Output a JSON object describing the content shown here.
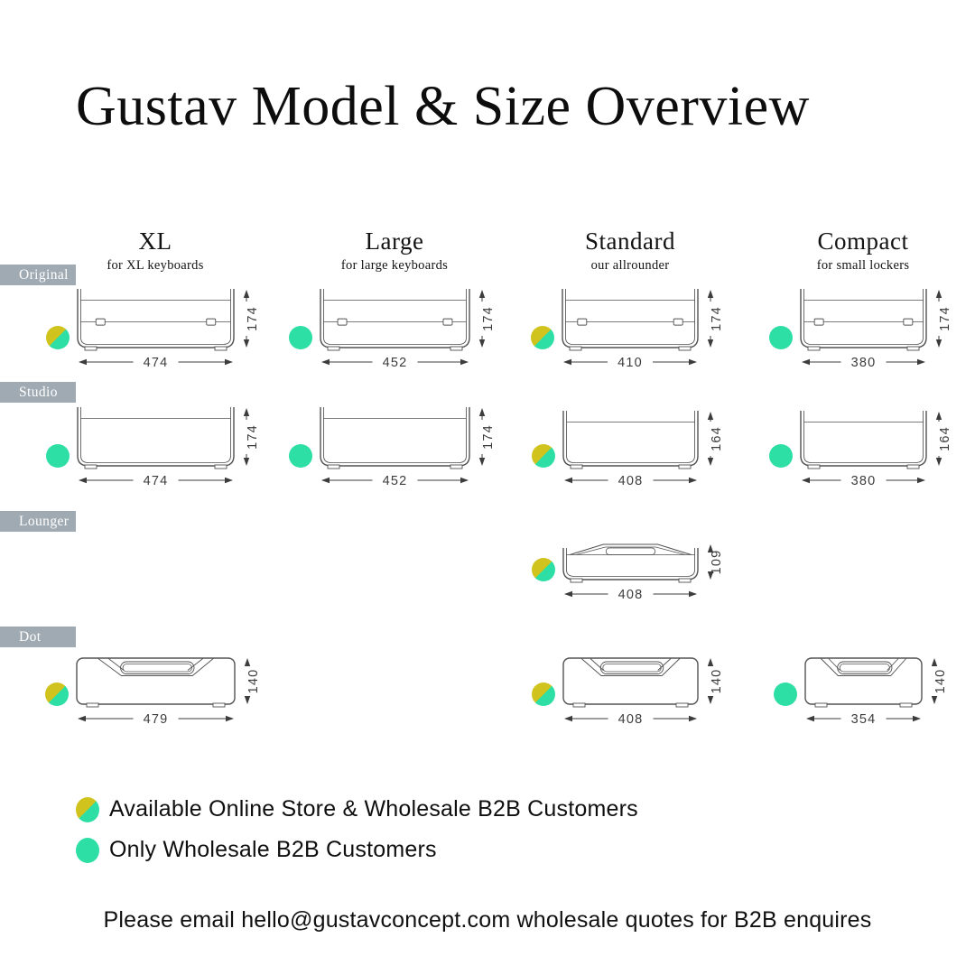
{
  "title": "Gustav Model & Size Overview",
  "columns": [
    {
      "id": "xl",
      "label": "XL",
      "subtitle": "for XL keyboards"
    },
    {
      "id": "large",
      "label": "Large",
      "subtitle": "for large keyboards"
    },
    {
      "id": "standard",
      "label": "Standard",
      "subtitle": "our allrounder"
    },
    {
      "id": "compact",
      "label": "Compact",
      "subtitle": "for small lockers"
    }
  ],
  "rows": [
    {
      "id": "original",
      "label": "Original"
    },
    {
      "id": "studio",
      "label": "Studio"
    },
    {
      "id": "lounger",
      "label": "Lounger"
    },
    {
      "id": "dot",
      "label": "Dot"
    }
  ],
  "cells": [
    {
      "row": "original",
      "col": "xl",
      "shape": "original",
      "width_mm": 474,
      "height_mm": 174,
      "availability": "both"
    },
    {
      "row": "original",
      "col": "large",
      "shape": "original",
      "width_mm": 452,
      "height_mm": 174,
      "availability": "b2b"
    },
    {
      "row": "original",
      "col": "standard",
      "shape": "original",
      "width_mm": 410,
      "height_mm": 174,
      "availability": "both"
    },
    {
      "row": "original",
      "col": "compact",
      "shape": "original",
      "width_mm": 380,
      "height_mm": 174,
      "availability": "b2b"
    },
    {
      "row": "studio",
      "col": "xl",
      "shape": "studio",
      "width_mm": 474,
      "height_mm": 174,
      "availability": "b2b"
    },
    {
      "row": "studio",
      "col": "large",
      "shape": "studio",
      "width_mm": 452,
      "height_mm": 174,
      "availability": "b2b"
    },
    {
      "row": "studio",
      "col": "standard",
      "shape": "studio",
      "width_mm": 408,
      "height_mm": 164,
      "availability": "both"
    },
    {
      "row": "studio",
      "col": "compact",
      "shape": "studio",
      "width_mm": 380,
      "height_mm": 164,
      "availability": "b2b"
    },
    {
      "row": "lounger",
      "col": "standard",
      "shape": "lounger",
      "width_mm": 408,
      "height_mm": 109,
      "availability": "both"
    },
    {
      "row": "dot",
      "col": "xl",
      "shape": "dot",
      "width_mm": 479,
      "height_mm": 140,
      "availability": "both"
    },
    {
      "row": "dot",
      "col": "standard",
      "shape": "dot",
      "width_mm": 408,
      "height_mm": 140,
      "availability": "both"
    },
    {
      "row": "dot",
      "col": "compact",
      "shape": "dot",
      "width_mm": 354,
      "height_mm": 140,
      "availability": "b2b"
    }
  ],
  "legend": [
    {
      "type": "both",
      "label": "Available Online Store & Wholesale B2B Customers"
    },
    {
      "type": "b2b",
      "label": "Only Wholesale B2B Customers"
    }
  ],
  "footer": "Please email hello@gustavconcept.com wholesale quotes for B2B enquires",
  "colors": {
    "availability_yellow": "#d1c31d",
    "availability_green": "#2ddfa4",
    "row_label_bg": "#9faab2",
    "drawing_line": "#525252",
    "dimension": "#3c3c3c"
  }
}
